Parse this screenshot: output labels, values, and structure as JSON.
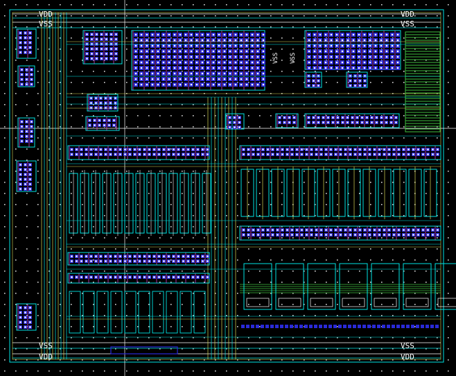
{
  "labels": {
    "vdd": "VDD",
    "vss": "VSS"
  },
  "colors": {
    "background": "#000000",
    "grid_dots": "#d8d8d8",
    "poly": "#00e5e5",
    "metal_yellow": "#d9d957",
    "metal_green": "#3fbf3f",
    "contact_blue": "#2a2ad8",
    "via_white": "#ffffff",
    "diff_magenta": "#d040d0",
    "guide_white": "#ffffff"
  },
  "icons": [
    "rail-label",
    "contact-array",
    "transistor-finger"
  ]
}
